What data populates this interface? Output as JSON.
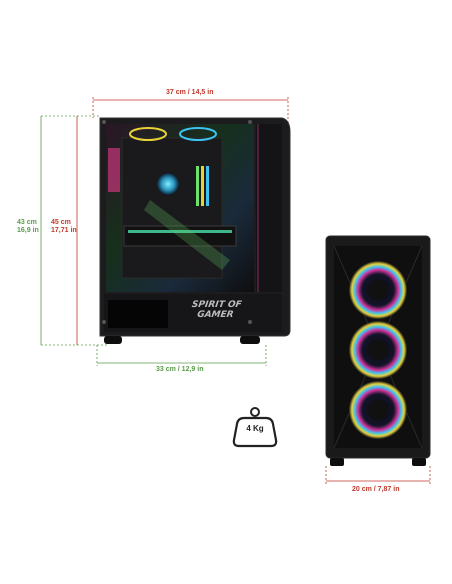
{
  "dimensions": {
    "width_top": "37 cm / 14,5 in",
    "height_outer_cm": "43 cm",
    "height_outer_in": "16,9 in",
    "height_inner_cm": "45 cm",
    "height_inner_in": "17,71 in",
    "depth_bottom": "33 cm / 12,9 in",
    "front_width": "20 cm / 7,87 in"
  },
  "weight": {
    "label": "4 Kg"
  },
  "branding": {
    "line1": "SPIRIT OF",
    "line2": "GAMER"
  },
  "colors": {
    "red_dim": "#c0392b",
    "green_dim": "#5a9b48",
    "case": "#1a1a1a"
  }
}
